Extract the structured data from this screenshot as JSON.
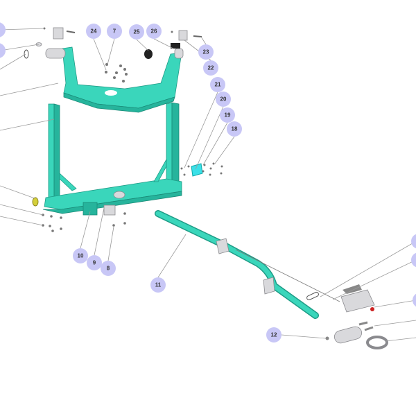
{
  "diagram": {
    "type": "exploded-parts-diagram",
    "colors": {
      "frame": "#3ad6bb",
      "callout": "#c8c7f6",
      "callout_text": "#333333"
    },
    "callouts": [
      "24",
      "7",
      "25",
      "26",
      "23",
      "22",
      "21",
      "20",
      "19",
      "18",
      "10",
      "9",
      "8",
      "11",
      "12"
    ]
  }
}
